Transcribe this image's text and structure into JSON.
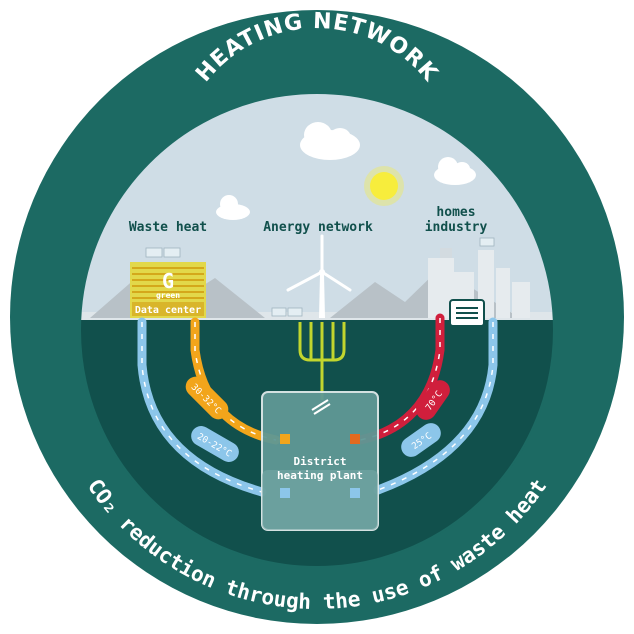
{
  "title": "HEATING NETWORK",
  "subtitle": "CO₂ reduction through the use of waste heat",
  "labels": {
    "waste_heat": "Waste heat",
    "anergy_network": "Anergy network",
    "homes": "homes",
    "industry": "industry",
    "data_center": "Data center",
    "green": "green",
    "plant_line1": "District",
    "plant_line2": "heating plant"
  },
  "temperatures": {
    "left_hot": "30-32°C",
    "left_cold": "20-22°C",
    "right_hot": "70°C",
    "right_cold": "25°C"
  },
  "colors": {
    "ring": "#1c6a63",
    "sky": "#cfdde6",
    "ground": "#11504c",
    "warm_pipe": "#f2a51b",
    "hot_pipe": "#d01f3c",
    "cold_pipe": "#8cc6ea",
    "anergy_pipe": "#c2d62e",
    "sun": "#f7ed3c"
  },
  "icons": [
    "cloud-icon",
    "sun-icon",
    "wind-turbine-icon",
    "mountains-icon",
    "heat-pump-icon"
  ]
}
